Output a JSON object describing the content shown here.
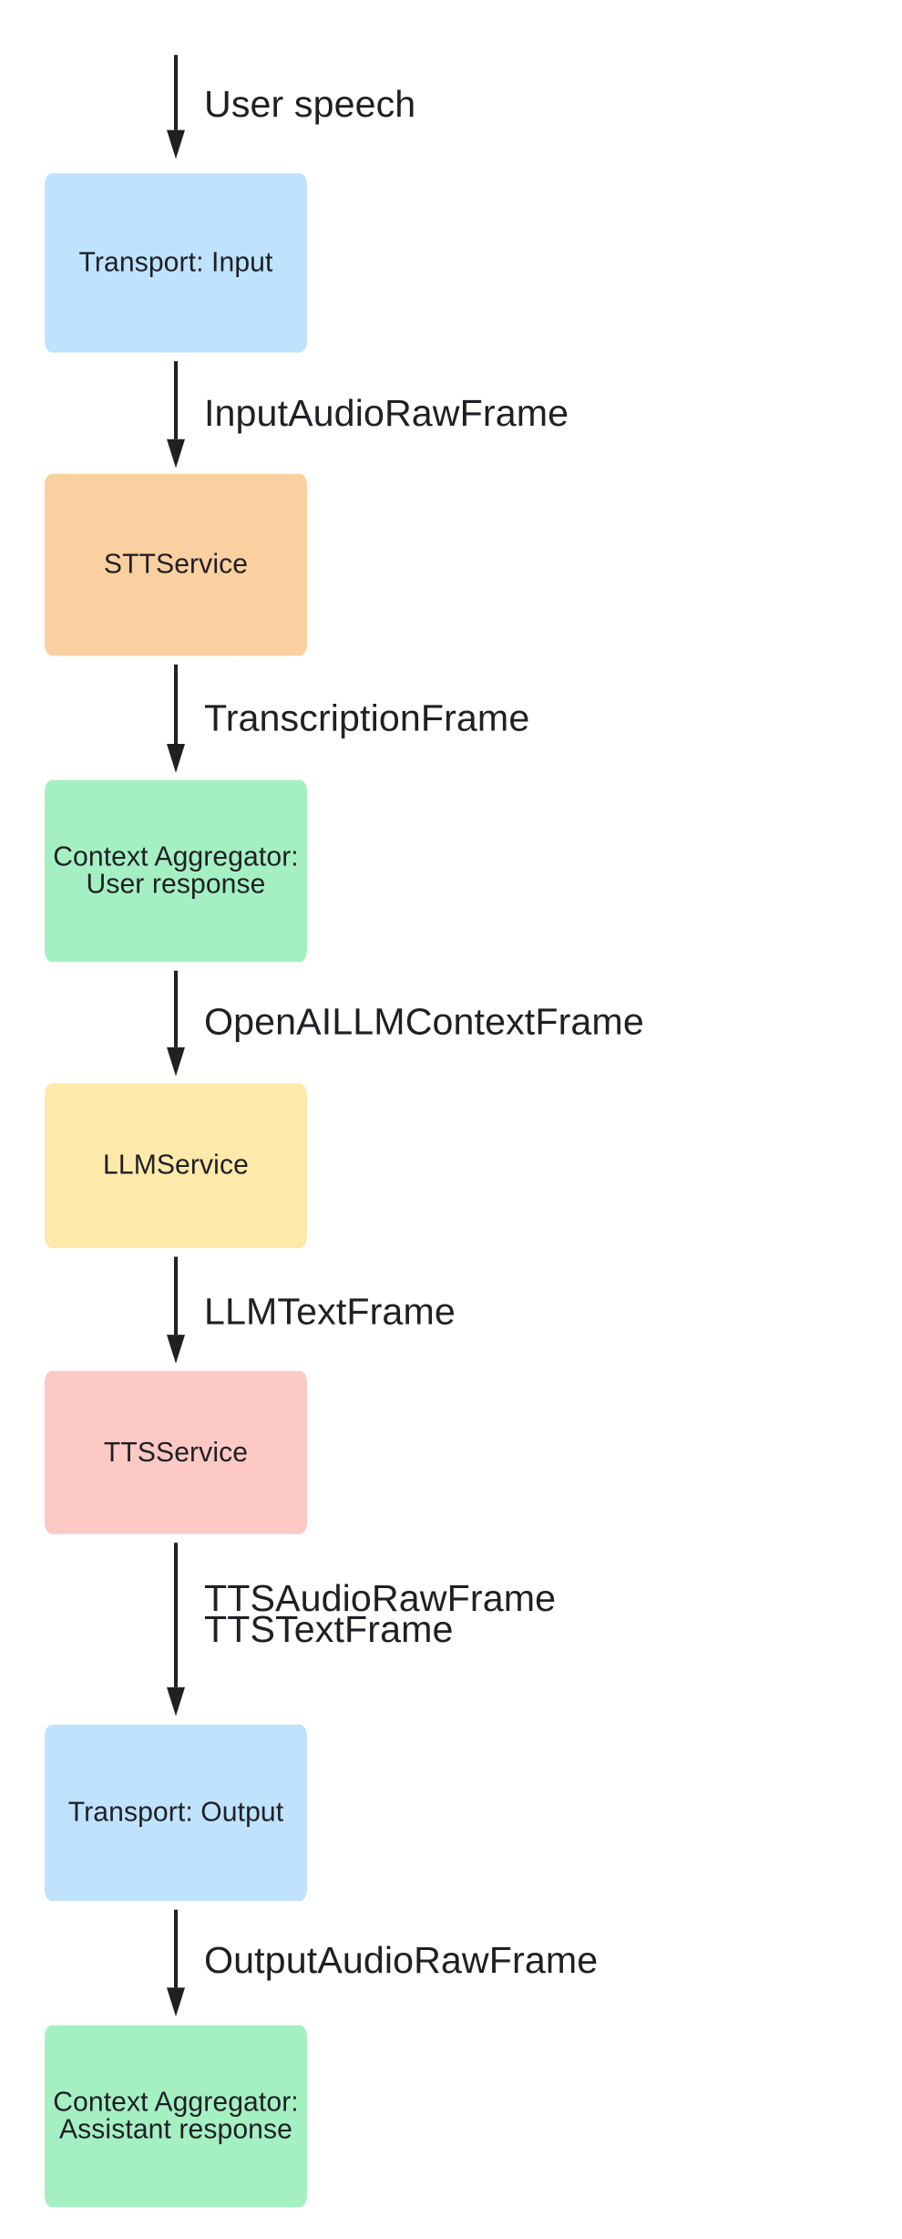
{
  "diagram": {
    "type": "flowchart",
    "direction": "top-to-bottom",
    "background_color": "#ffffff",
    "title": "",
    "nodes": [
      {
        "id": "transport_input",
        "label": "Transport: Input",
        "color": "#bfe2fd",
        "shape": "rounded-rect"
      },
      {
        "id": "stt_service",
        "label": "STTService",
        "color": "#fbd0a0",
        "shape": "rounded-rect"
      },
      {
        "id": "ctx_user",
        "label": "Context Aggregator:\nUser response",
        "color": "#a5f0c3",
        "shape": "rounded-rect"
      },
      {
        "id": "llm_service",
        "label": "LLMService",
        "color": "#fde9a9",
        "shape": "rounded-rect"
      },
      {
        "id": "tts_service",
        "label": "TTSService",
        "color": "#fcc9c5",
        "shape": "rounded-rect"
      },
      {
        "id": "transport_output",
        "label": "Transport: Output",
        "color": "#bfe2fd",
        "shape": "rounded-rect"
      },
      {
        "id": "ctx_assistant",
        "label": "Context Aggregator:\nAssistant response",
        "color": "#a5f0c3",
        "shape": "rounded-rect"
      }
    ],
    "edges": [
      {
        "from": "",
        "to": "transport_input",
        "label": "User speech"
      },
      {
        "from": "transport_input",
        "to": "stt_service",
        "label": "InputAudioRawFrame"
      },
      {
        "from": "stt_service",
        "to": "ctx_user",
        "label": "TranscriptionFrame"
      },
      {
        "from": "ctx_user",
        "to": "llm_service",
        "label": "OpenAILLMContextFrame"
      },
      {
        "from": "llm_service",
        "to": "tts_service",
        "label": "LLMTextFrame"
      },
      {
        "from": "tts_service",
        "to": "transport_output",
        "label": "TTSAudioRawFrame\nTTSTextFrame"
      },
      {
        "from": "transport_output",
        "to": "ctx_assistant",
        "label": "OutputAudioRawFrame"
      }
    ]
  }
}
